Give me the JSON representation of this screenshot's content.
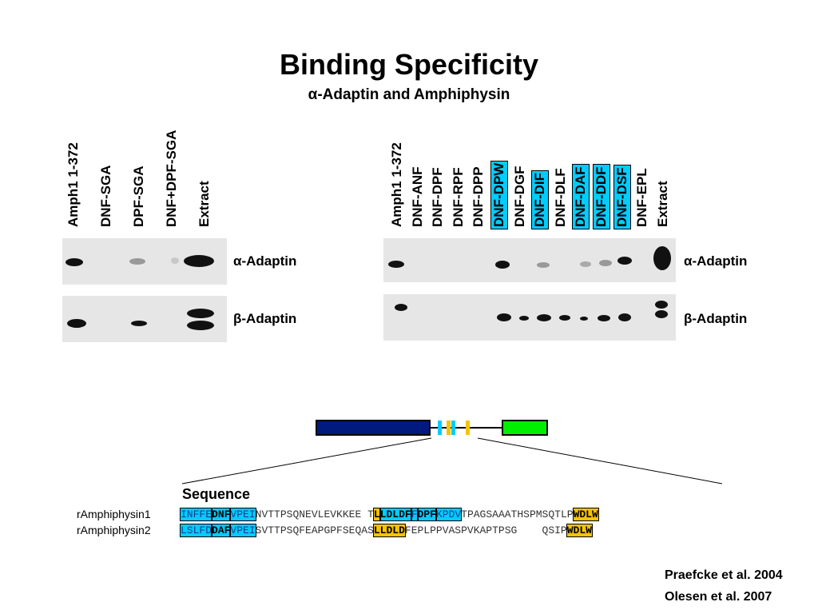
{
  "title": "Binding Specificity",
  "subtitle": "α-Adaptin and Amphiphysin",
  "left_panel": {
    "lanes": [
      "Amph1 1-372",
      "DNF-SGA",
      "DPF-SGA",
      "DNF+DPF-SGA",
      "Extract"
    ],
    "blots": [
      "α-Adaptin",
      "β-Adaptin"
    ]
  },
  "right_panel": {
    "lanes": [
      "Amph1 1-372",
      "DNF-ANF",
      "DNF-DPF",
      "DNF-RPF",
      "DNF-DPP",
      "DNF-DPW",
      "DNF-DGF",
      "DNF-DIF",
      "DNF-DLF",
      "DNF-DAF",
      "DNF-DDF",
      "DNF-DSF",
      "DNF-EPL",
      "Extract"
    ],
    "highlighted_lanes": [
      "DNF-DPW",
      "DNF-DIF",
      "DNF-DAF",
      "DNF-DDF",
      "DNF-DSF"
    ],
    "blots": [
      "α-Adaptin",
      "β-Adaptin"
    ]
  },
  "colors": {
    "highlight_cyan": "#00ccff",
    "highlight_yellow": "#f5c400",
    "domain_blue": "#001a80",
    "domain_green": "#00ee00"
  },
  "sequence": {
    "header": "Sequence",
    "rows": [
      {
        "name": "rAmphiphysin1",
        "parts": [
          {
            "t": "INFFE",
            "s": "c"
          },
          {
            "t": "DNF",
            "s": "cb"
          },
          {
            "t": "VPEI",
            "s": "c"
          },
          {
            "t": "NVTTPSQNEVLEVKKEE T",
            "s": ""
          },
          {
            "t": "L",
            "s": "y"
          },
          {
            "t": "LDLDF",
            "s": "cb"
          },
          {
            "t": "F",
            "s": "c"
          },
          {
            "t": "DPF",
            "s": "cb"
          },
          {
            "t": "KPDV",
            "s": "c"
          },
          {
            "t": "TPAGSAAATHSPMSQTLP",
            "s": ""
          },
          {
            "t": "WDLW",
            "s": "yb"
          }
        ]
      },
      {
        "name": "rAmphiphysin2",
        "parts": [
          {
            "t": "LSLFD",
            "s": "c"
          },
          {
            "t": "DAF",
            "s": "cb"
          },
          {
            "t": "VPEI",
            "s": "c"
          },
          {
            "t": "SVTTPSQFEAPGPFSEQAS",
            "s": ""
          },
          {
            "t": "LLDLD",
            "s": "yb"
          },
          {
            "t": "FEPLPPVASPVKAPTPSG    QSIP",
            "s": ""
          },
          {
            "t": "WDLW",
            "s": "yb"
          }
        ]
      }
    ]
  },
  "references": [
    "Praefcke et al. 2004",
    "Olesen et al. 2007"
  ]
}
